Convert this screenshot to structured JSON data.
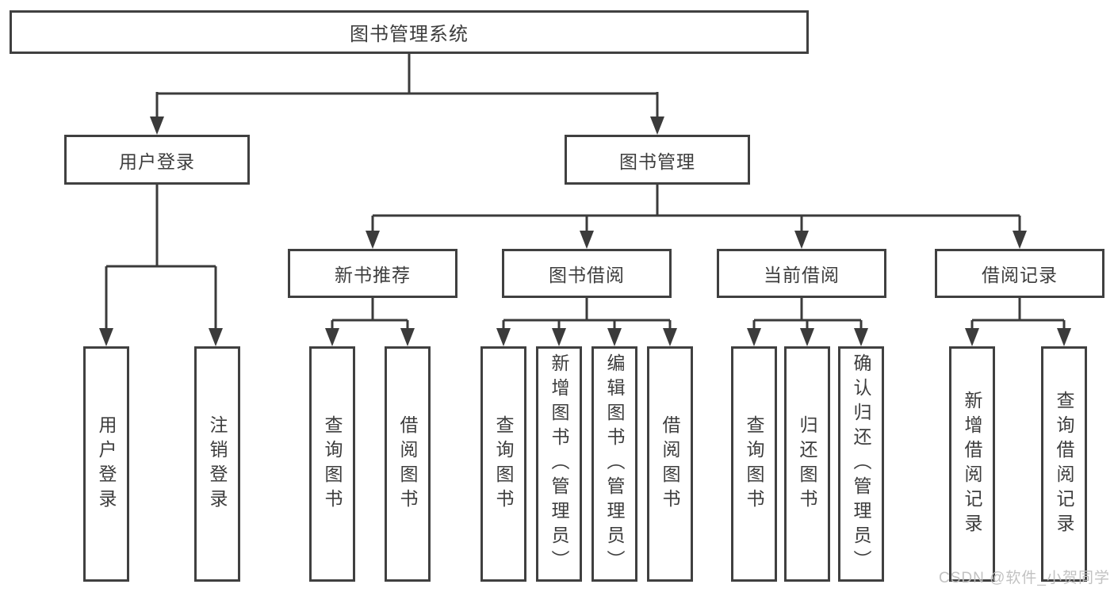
{
  "title_box": {
    "label": "图书管理系统"
  },
  "branches": [
    {
      "label": "用户登录",
      "children": [
        {
          "label": "用户登录"
        },
        {
          "label": "注销登录"
        }
      ]
    },
    {
      "label": "图书管理",
      "children": [
        {
          "label": "新书推荐",
          "children": [
            {
              "label": "查询图书"
            },
            {
              "label": "借阅图书"
            }
          ]
        },
        {
          "label": "图书借阅",
          "children": [
            {
              "label": "查询图书"
            },
            {
              "label": "新增图书（管理员）"
            },
            {
              "label": "编辑图书（管理员）"
            },
            {
              "label": "借阅图书"
            }
          ]
        },
        {
          "label": "当前借阅",
          "children": [
            {
              "label": "查询图书"
            },
            {
              "label": "归还图书"
            },
            {
              "label": "确认归还（管理员）"
            }
          ]
        },
        {
          "label": "借阅记录",
          "children": [
            {
              "label": "新增借阅记录"
            },
            {
              "label": "查询借阅记录"
            }
          ]
        }
      ]
    }
  ],
  "watermark": "CSDN @软件_小贺同学",
  "colors": {
    "line": "#3b3b3b",
    "box_border": "#404040",
    "text": "#3d3d3d",
    "background": "#ffffff",
    "watermark": "#bfbfbf"
  }
}
